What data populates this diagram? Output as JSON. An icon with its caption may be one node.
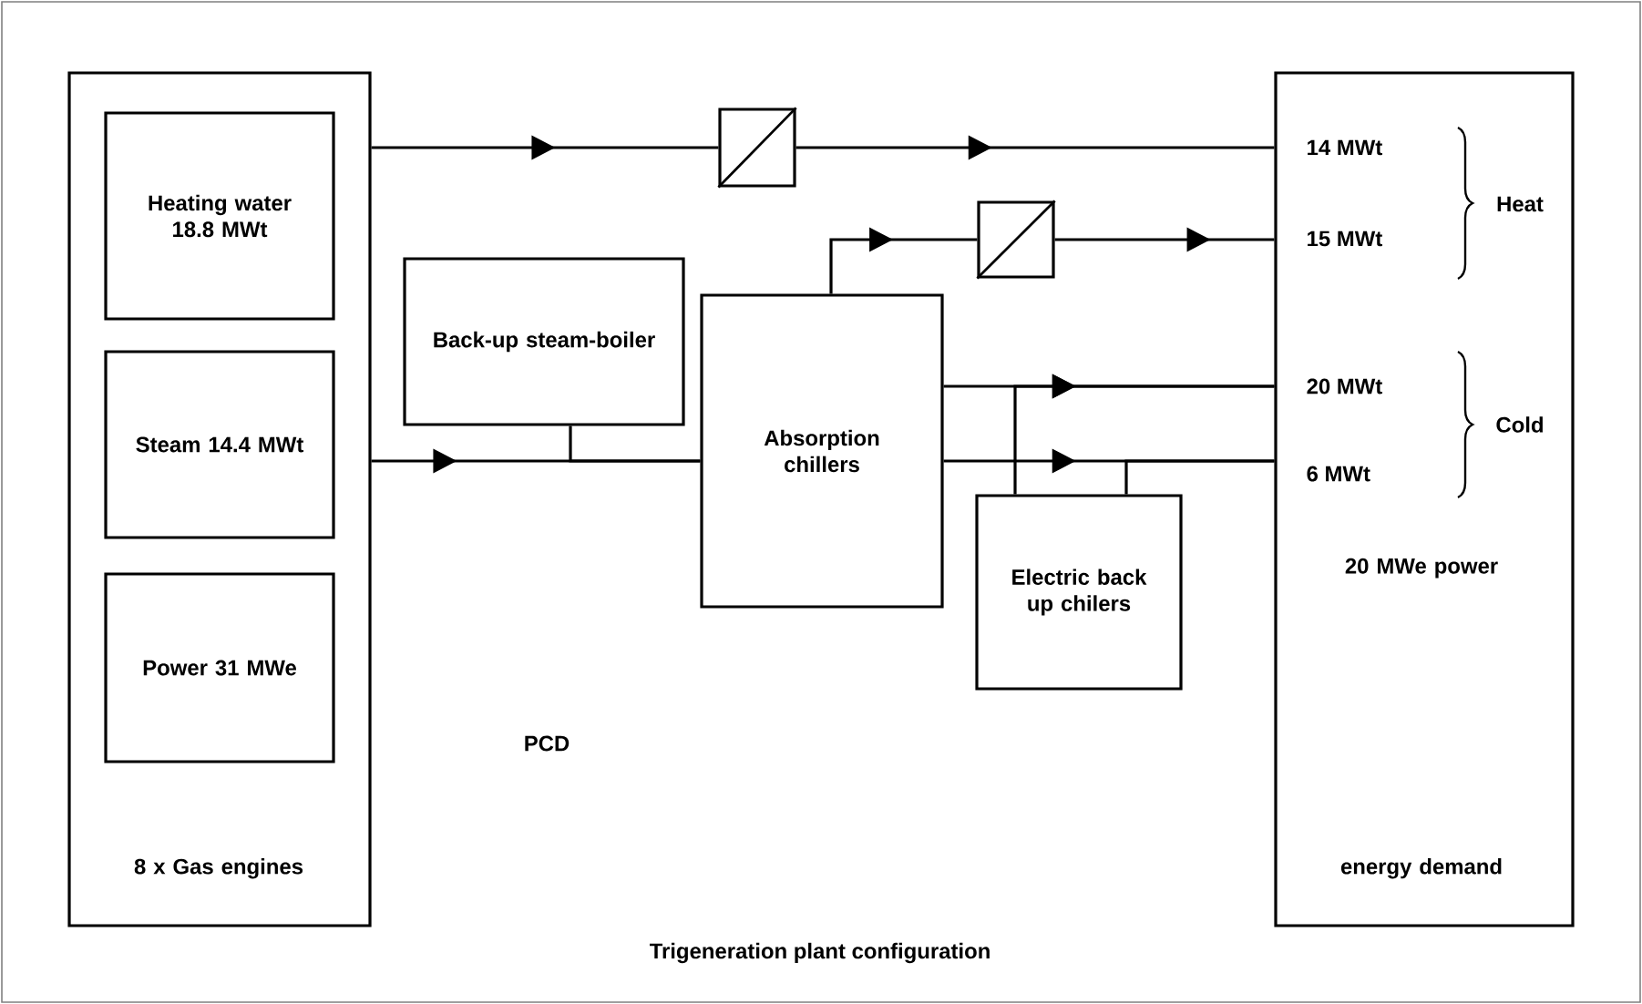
{
  "diagram": {
    "caption": "Trigeneration plant configuration",
    "nodes": [
      {
        "text": [
          "8 x Gas engines"
        ]
      },
      {
        "text": [
          "Heating water 18.8 MWt"
        ],
        "in": 0
      },
      {
        "text": [
          "Steam 14.4 MWt"
        ],
        "in": 0
      },
      {
        "text": [
          "Power 31 MWe"
        ],
        "in": 0
      },
      {
        "text": [
          "Back-up steam-boiler"
        ]
      },
      {
        "text": [
          "Absorption chillers"
        ]
      },
      {
        "text": [
          "Electric back up chilers"
        ]
      },
      {
        "text": [
          "20 MWe power",
          "energy demand"
        ]
      },
      {
        "text": [],
        "shape": "box"
      },
      {
        "text": [],
        "shape": "box"
      }
    ],
    "edges": [
      {
        "from": 0,
        "to": 8,
        "arrow": "to"
      },
      {
        "from": 8,
        "to": 7,
        "arrow": "to"
      },
      {
        "from": 0,
        "to": 5,
        "arrow": "to"
      },
      {
        "from": 4,
        "to": 5,
        "arrow": "none"
      },
      {
        "from": 5,
        "to": 9,
        "arrow": "to"
      },
      {
        "from": 9,
        "to": 7,
        "arrow": "to"
      },
      {
        "from": 5,
        "to": 7,
        "arrow": "to"
      },
      {
        "from": 5,
        "to": 7,
        "arrow": "to"
      },
      {
        "from": 6,
        "to": 7,
        "arrow": "to"
      },
      {
        "from": 6,
        "to": 7,
        "arrow": "none"
      }
    ],
    "labels": [
      "14 MWt",
      "Heat",
      "15 MWt",
      "20 MWt",
      "Cold",
      "6 MWt",
      "PCD"
    ]
  }
}
